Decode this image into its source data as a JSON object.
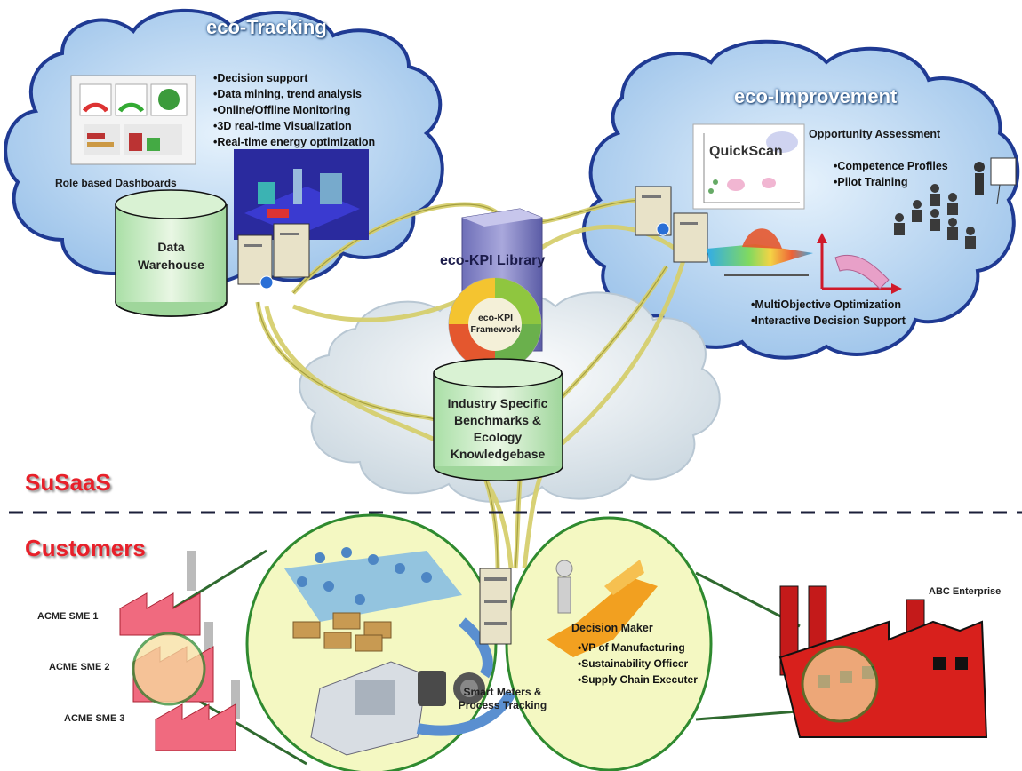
{
  "eco_tracking": {
    "title": "eco-Tracking",
    "bullets": [
      "•Decision support",
      "•Data mining, trend analysis",
      "•Online/Offline Monitoring",
      "•3D real-time Visualization",
      "•Real-time energy optimization"
    ],
    "dashboards_label": "Role based Dashboards",
    "warehouse_label": "Data Warehouse"
  },
  "eco_improvement": {
    "title": "eco-Improvement",
    "quickscan_label": "QuickScan",
    "opportunity_label": "Opportunity Assessment",
    "training_bullets": [
      "•Competence Profiles",
      "•Pilot Training"
    ],
    "optimization_bullets": [
      "•MultiObjective Optimization",
      "•Interactive Decision Support"
    ]
  },
  "eco_kpi": {
    "library_label": "eco-KPI Library",
    "framework_label": "eco-KPI Framework",
    "knowledgebase_label": "Industry Specific Benchmarks & Ecology Knowledgebase"
  },
  "susaas_label": "SuSaaS",
  "customers_label": "Customers",
  "customers": {
    "smes": [
      "ACME SME 1",
      "ACME SME 2",
      "ACME SME 3"
    ],
    "enterprise_label": "ABC Enterprise",
    "smart_meters_label": "Smart Meters & Process Tracking",
    "decision_maker": {
      "title": "Decision Maker",
      "roles": [
        "•VP of Manufacturing",
        "•Sustainability Officer",
        "•Supply Chain Executer"
      ]
    }
  },
  "colors": {
    "cloud_fill": "#bcd9f3",
    "cloud_stroke": "#1f3a93",
    "grey_cloud": "#e3ecf2",
    "cable": "#d9d27a",
    "circle_fill": "#f4f8c2",
    "circle_stroke": "#2f8a2f",
    "factory_pink": "#f06a7f",
    "factory_red": "#d8201c",
    "accent_red": "#e8202a"
  }
}
